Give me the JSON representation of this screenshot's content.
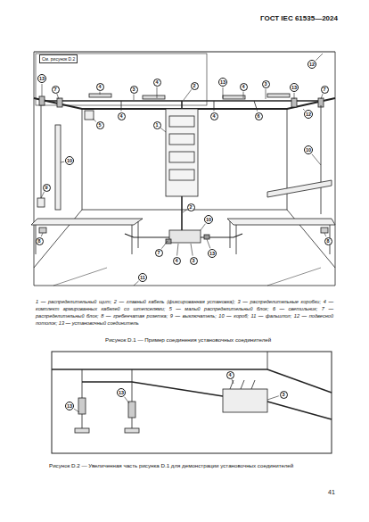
{
  "diagram": {
    "title": "ГОСТ IEC 61535—2024",
    "nodes": [
      {
        "text": [
          "См. рисунок D.2"
        ]
      }
    ],
    "labels": [
      "13",
      "4",
      "3",
      "4",
      "2",
      "13",
      "4",
      "3",
      "13",
      "12",
      "7",
      "7",
      "5",
      "4",
      "1",
      "4",
      "6",
      "12",
      "10",
      "10",
      "9",
      "2",
      "10",
      "8",
      "7",
      "4",
      "3",
      "13",
      "8",
      "11",
      "1 — распределительный щит; 2 — главный кабель (фиксированная установка); 3 — распределительные коробки; 4 — комплект армированных кабелей со штепселями; 5 — малый распределительный блок; 6 — светильник; 7 — распределительный блок; 8 — гребенчатая розетка; 9 — выключатель; 10 — короб; 11 — фальшпол; 12 — подвесной потолок; 13 — установочный соединитель",
      "Рисунок D.1 — Пример соединения установочных соединителей",
      "13",
      "13",
      "4",
      "3",
      "Рисунок D.2 — Увеличенная часть рисунка D.1 для демонстрации установочных соединителей",
      "41"
    ]
  }
}
